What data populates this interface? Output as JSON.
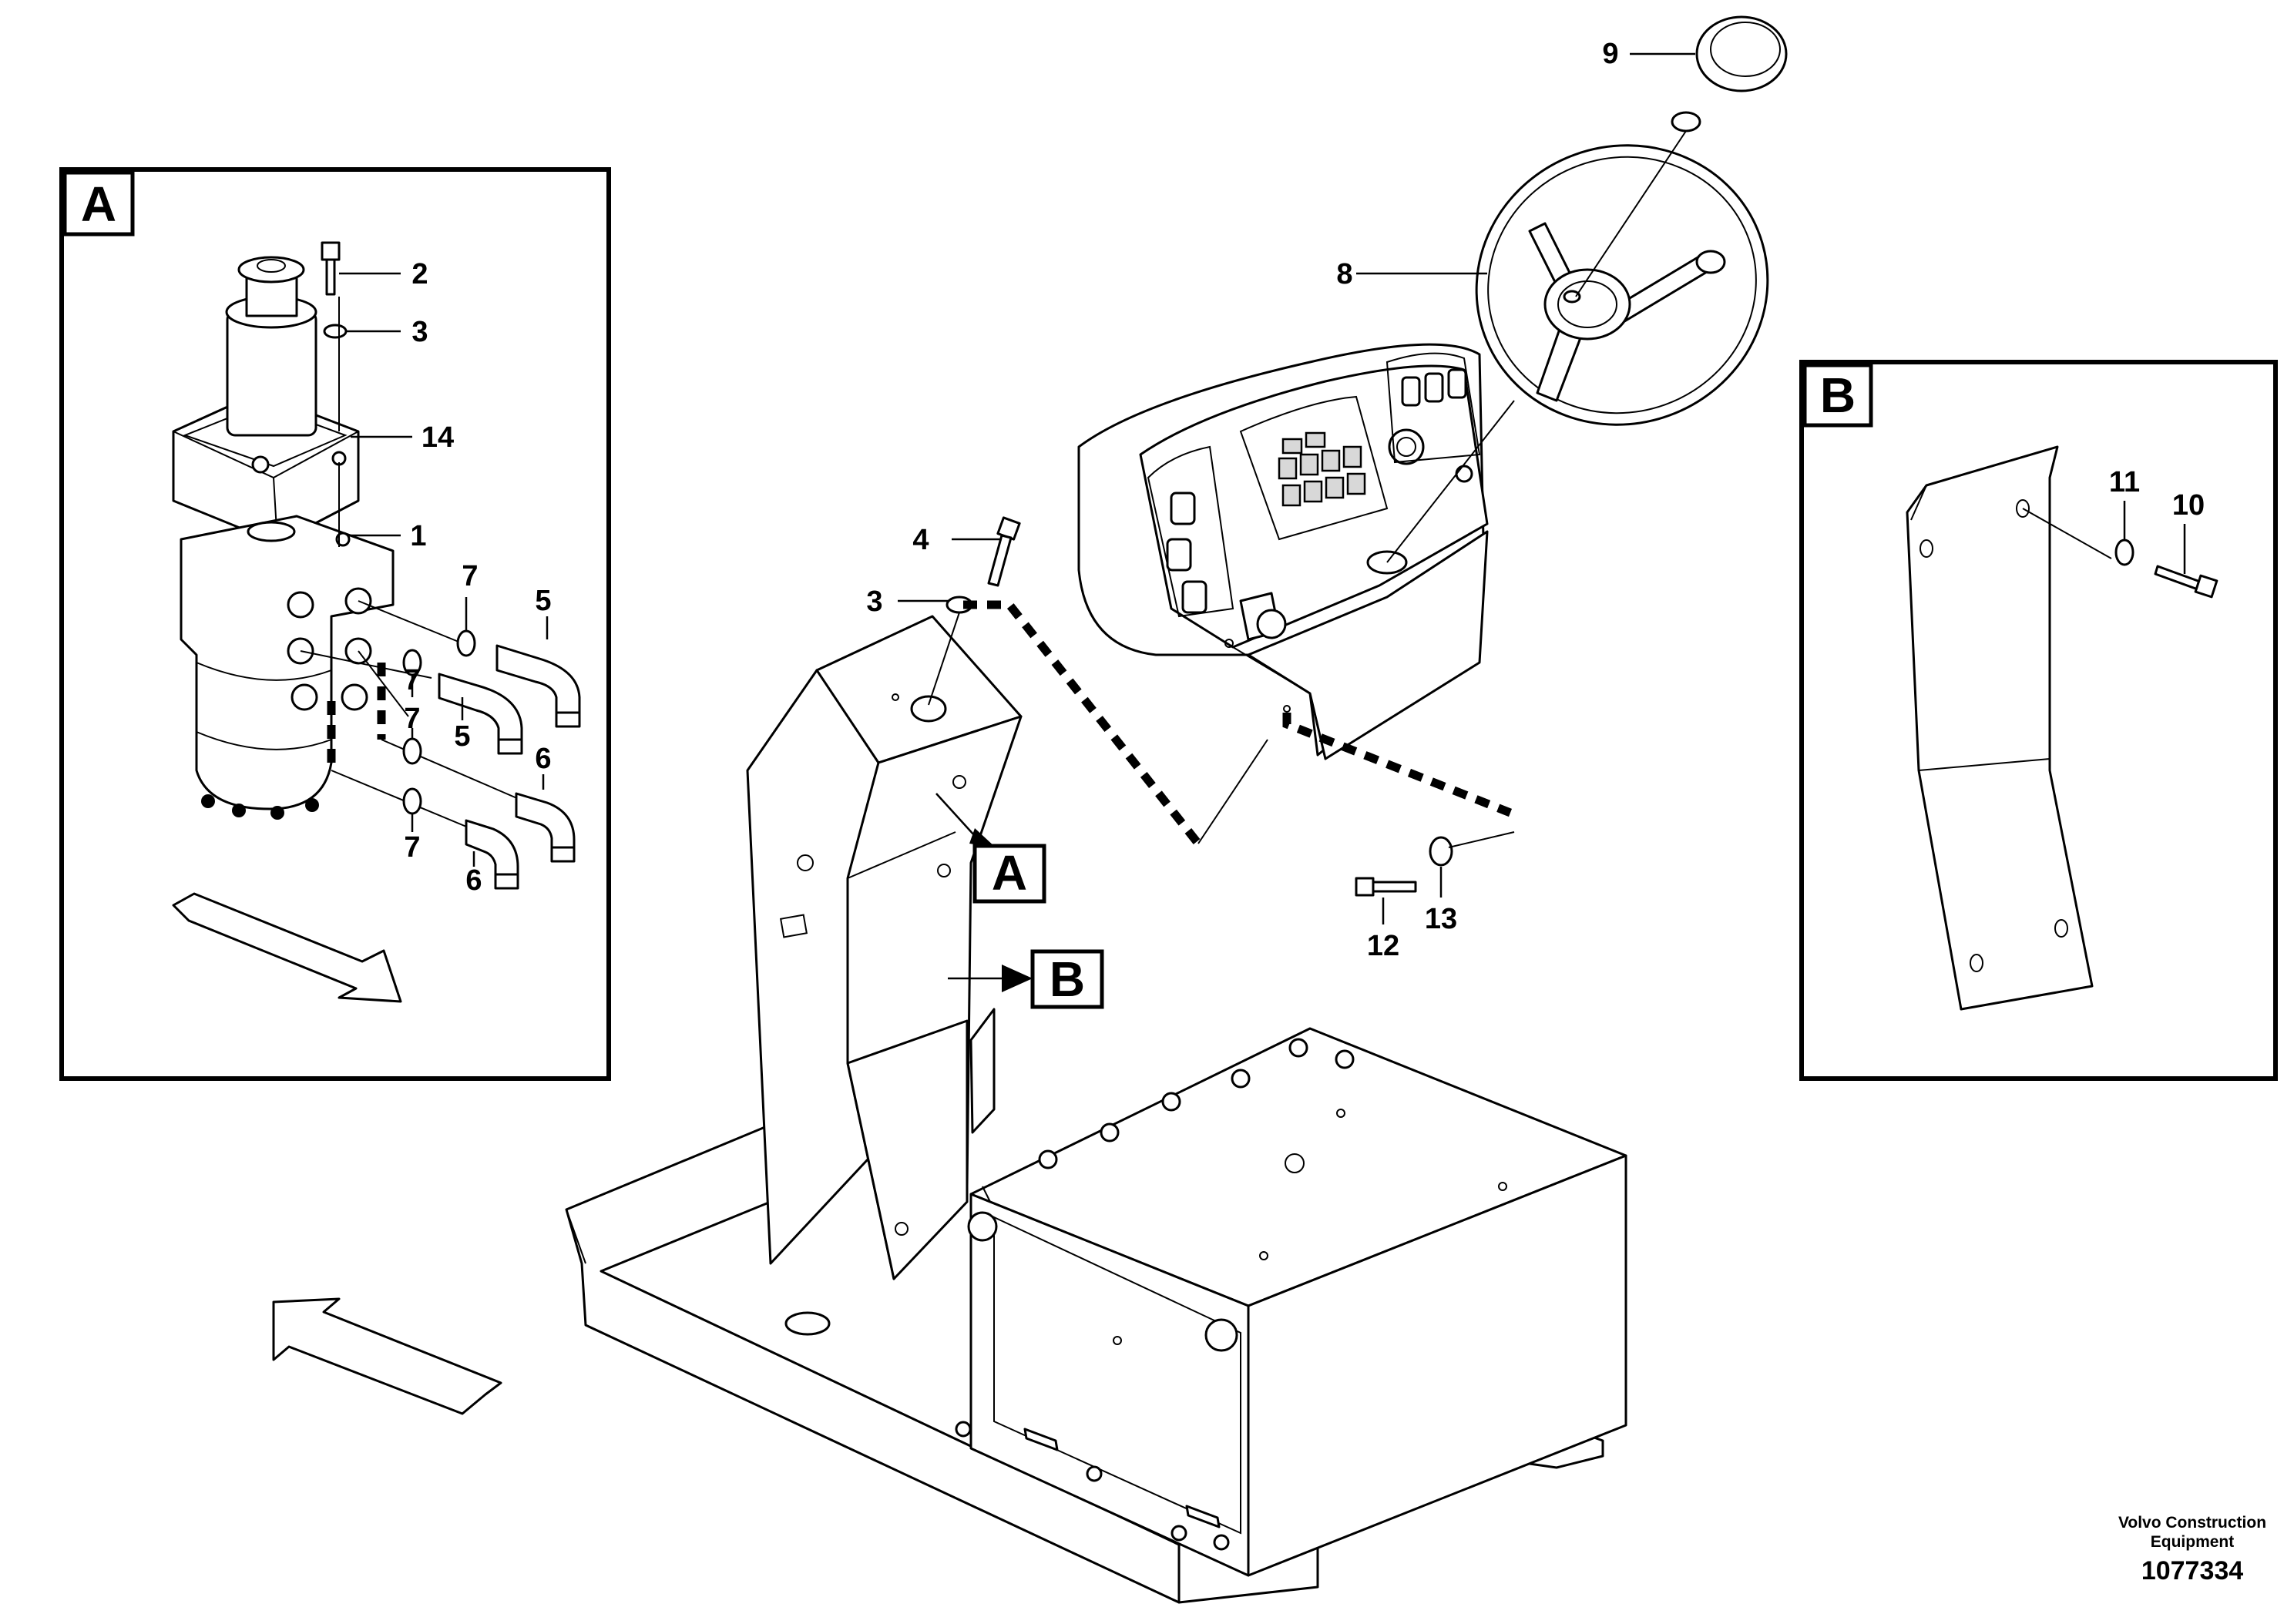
{
  "detail_views": {
    "a": {
      "letter": "A"
    },
    "b": {
      "letter": "B"
    }
  },
  "callouts": {
    "detail_a": [
      "2",
      "3",
      "14",
      "1",
      "7",
      "5",
      "7",
      "5",
      "7",
      "6",
      "7",
      "6"
    ],
    "main": [
      "9",
      "8",
      "4",
      "3",
      "12",
      "13",
      "A",
      "B"
    ],
    "detail_b": [
      "11",
      "10"
    ]
  },
  "footer": {
    "company_line1": "Volvo Construction",
    "company_line2": "Equipment",
    "drawing_number": "1077334"
  }
}
